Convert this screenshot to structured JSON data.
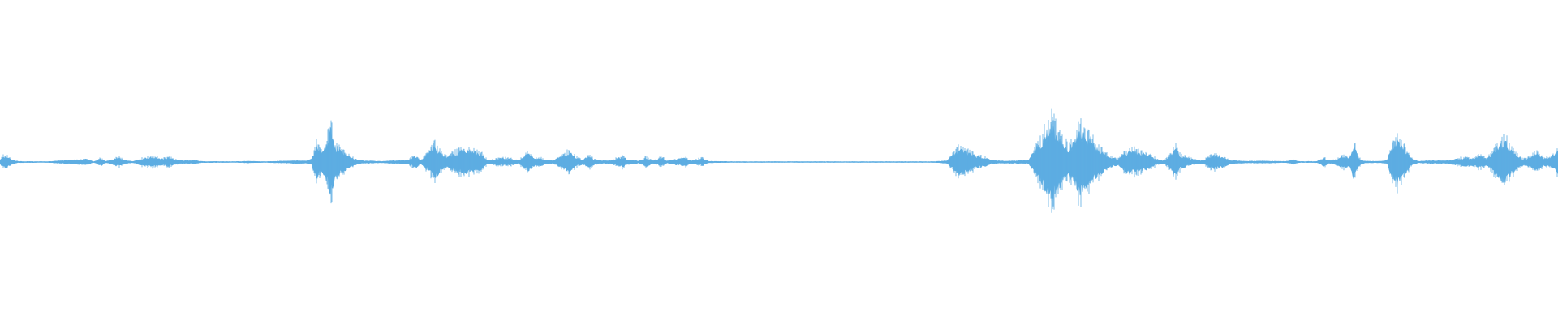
{
  "waveform": {
    "color": "#5DADE2",
    "baseline_color": "#5DADE2",
    "duration_fraction": 1.0,
    "envelope": [
      [
        0.0,
        0.01
      ],
      [
        0.002,
        0.04
      ],
      [
        0.005,
        0.035
      ],
      [
        0.008,
        0.015
      ],
      [
        0.012,
        0.004
      ],
      [
        0.03,
        0.003
      ],
      [
        0.056,
        0.02
      ],
      [
        0.06,
        0.003
      ],
      [
        0.065,
        0.025
      ],
      [
        0.068,
        0.004
      ],
      [
        0.073,
        0.02
      ],
      [
        0.076,
        0.03
      ],
      [
        0.08,
        0.012
      ],
      [
        0.085,
        0.004
      ],
      [
        0.093,
        0.028
      ],
      [
        0.098,
        0.032
      ],
      [
        0.103,
        0.022
      ],
      [
        0.108,
        0.03
      ],
      [
        0.112,
        0.018
      ],
      [
        0.118,
        0.01
      ],
      [
        0.125,
        0.012
      ],
      [
        0.13,
        0.004
      ],
      [
        0.15,
        0.003
      ],
      [
        0.16,
        0.006
      ],
      [
        0.17,
        0.003
      ],
      [
        0.19,
        0.01
      ],
      [
        0.196,
        0.008
      ],
      [
        0.2,
        0.02
      ],
      [
        0.203,
        0.12
      ],
      [
        0.206,
        0.06
      ],
      [
        0.21,
        0.13
      ],
      [
        0.212,
        0.24
      ],
      [
        0.215,
        0.11
      ],
      [
        0.22,
        0.07
      ],
      [
        0.225,
        0.03
      ],
      [
        0.232,
        0.01
      ],
      [
        0.245,
        0.005
      ],
      [
        0.262,
        0.015
      ],
      [
        0.267,
        0.04
      ],
      [
        0.27,
        0.01
      ],
      [
        0.275,
        0.06
      ],
      [
        0.279,
        0.11
      ],
      [
        0.283,
        0.06
      ],
      [
        0.287,
        0.03
      ],
      [
        0.292,
        0.06
      ],
      [
        0.297,
        0.075
      ],
      [
        0.303,
        0.07
      ],
      [
        0.309,
        0.05
      ],
      [
        0.313,
        0.012
      ],
      [
        0.318,
        0.02
      ],
      [
        0.324,
        0.025
      ],
      [
        0.33,
        0.018
      ],
      [
        0.333,
        0.01
      ],
      [
        0.336,
        0.04
      ],
      [
        0.339,
        0.06
      ],
      [
        0.342,
        0.03
      ],
      [
        0.347,
        0.025
      ],
      [
        0.35,
        0.015
      ],
      [
        0.355,
        0.01
      ],
      [
        0.361,
        0.04
      ],
      [
        0.365,
        0.07
      ],
      [
        0.369,
        0.035
      ],
      [
        0.374,
        0.015
      ],
      [
        0.378,
        0.045
      ],
      [
        0.381,
        0.02
      ],
      [
        0.386,
        0.01
      ],
      [
        0.392,
        0.012
      ],
      [
        0.4,
        0.035
      ],
      [
        0.404,
        0.015
      ],
      [
        0.41,
        0.008
      ],
      [
        0.415,
        0.03
      ],
      [
        0.419,
        0.01
      ],
      [
        0.425,
        0.03
      ],
      [
        0.428,
        0.008
      ],
      [
        0.44,
        0.03
      ],
      [
        0.443,
        0.01
      ],
      [
        0.451,
        0.025
      ],
      [
        0.455,
        0.005
      ],
      [
        0.47,
        0.003
      ],
      [
        0.6,
        0.003
      ],
      [
        0.608,
        0.01
      ],
      [
        0.612,
        0.05
      ],
      [
        0.616,
        0.09
      ],
      [
        0.62,
        0.07
      ],
      [
        0.626,
        0.04
      ],
      [
        0.632,
        0.03
      ],
      [
        0.636,
        0.012
      ],
      [
        0.645,
        0.008
      ],
      [
        0.655,
        0.01
      ],
      [
        0.66,
        0.012
      ],
      [
        0.663,
        0.06
      ],
      [
        0.667,
        0.12
      ],
      [
        0.671,
        0.2
      ],
      [
        0.675,
        0.25
      ],
      [
        0.679,
        0.18
      ],
      [
        0.683,
        0.12
      ],
      [
        0.686,
        0.1
      ],
      [
        0.69,
        0.15
      ],
      [
        0.694,
        0.22
      ],
      [
        0.698,
        0.16
      ],
      [
        0.702,
        0.12
      ],
      [
        0.706,
        0.08
      ],
      [
        0.71,
        0.05
      ],
      [
        0.714,
        0.03
      ],
      [
        0.718,
        0.02
      ],
      [
        0.722,
        0.06
      ],
      [
        0.727,
        0.075
      ],
      [
        0.733,
        0.06
      ],
      [
        0.738,
        0.045
      ],
      [
        0.742,
        0.02
      ],
      [
        0.746,
        0.01
      ],
      [
        0.75,
        0.03
      ],
      [
        0.754,
        0.1
      ],
      [
        0.758,
        0.04
      ],
      [
        0.763,
        0.025
      ],
      [
        0.768,
        0.015
      ],
      [
        0.772,
        0.01
      ],
      [
        0.776,
        0.035
      ],
      [
        0.781,
        0.045
      ],
      [
        0.786,
        0.03
      ],
      [
        0.79,
        0.012
      ],
      [
        0.8,
        0.006
      ],
      [
        0.81,
        0.008
      ],
      [
        0.825,
        0.004
      ],
      [
        0.83,
        0.015
      ],
      [
        0.834,
        0.004
      ],
      [
        0.845,
        0.004
      ],
      [
        0.85,
        0.03
      ],
      [
        0.853,
        0.008
      ],
      [
        0.858,
        0.02
      ],
      [
        0.862,
        0.04
      ],
      [
        0.866,
        0.03
      ],
      [
        0.869,
        0.12
      ],
      [
        0.872,
        0.025
      ],
      [
        0.876,
        0.006
      ],
      [
        0.885,
        0.005
      ],
      [
        0.89,
        0.01
      ],
      [
        0.893,
        0.09
      ],
      [
        0.897,
        0.14
      ],
      [
        0.901,
        0.1
      ],
      [
        0.905,
        0.03
      ],
      [
        0.91,
        0.006
      ],
      [
        0.92,
        0.01
      ],
      [
        0.928,
        0.01
      ],
      [
        0.935,
        0.02
      ],
      [
        0.94,
        0.03
      ],
      [
        0.945,
        0.025
      ],
      [
        0.95,
        0.04
      ],
      [
        0.954,
        0.02
      ],
      [
        0.958,
        0.06
      ],
      [
        0.962,
        0.11
      ],
      [
        0.966,
        0.14
      ],
      [
        0.97,
        0.09
      ],
      [
        0.974,
        0.04
      ],
      [
        0.978,
        0.02
      ],
      [
        0.982,
        0.03
      ],
      [
        0.986,
        0.06
      ],
      [
        0.99,
        0.03
      ],
      [
        0.994,
        0.025
      ],
      [
        0.997,
        0.05
      ],
      [
        1.0,
        0.08
      ]
    ]
  }
}
